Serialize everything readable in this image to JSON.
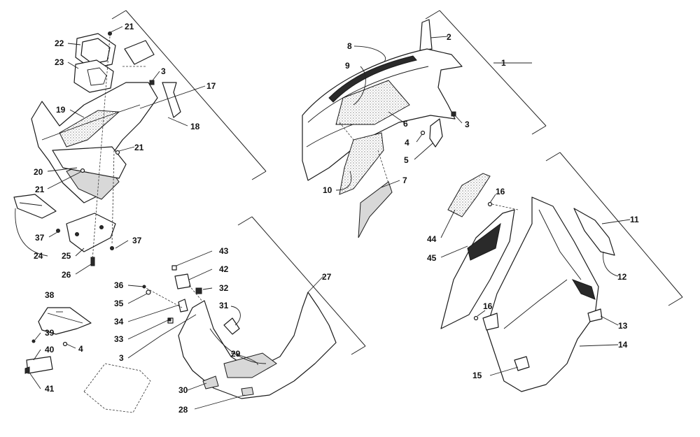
{
  "labels": {
    "l1": "1",
    "l2": "2",
    "l3a": "3",
    "l3b": "3",
    "l3c": "3",
    "l4a": "4",
    "l4b": "4",
    "l5": "5",
    "l6": "6",
    "l7": "7",
    "l8": "8",
    "l9": "9",
    "l10": "10",
    "l11": "11",
    "l12": "12",
    "l13": "13",
    "l14": "14",
    "l15": "15",
    "l16a": "16",
    "l16b": "16",
    "l17": "17",
    "l18": "18",
    "l19": "19",
    "l20": "20",
    "l21a": "21",
    "l21b": "21",
    "l21c": "21",
    "l22": "22",
    "l23": "23",
    "l24": "24",
    "l25": "25",
    "l26": "26",
    "l27": "27",
    "l28": "28",
    "l29": "29",
    "l30": "30",
    "l31": "31",
    "l32": "32",
    "l33": "33",
    "l34": "34",
    "l35": "35",
    "l36": "36",
    "l37a": "37",
    "l37b": "37",
    "l38": "38",
    "l39": "39",
    "l40": "40",
    "l41": "41",
    "l42": "42",
    "l43": "43",
    "l44": "44",
    "l45": "45"
  },
  "colors": {
    "line": "#1a1a1a",
    "background": "#ffffff",
    "shade": "#d8d8d8"
  }
}
